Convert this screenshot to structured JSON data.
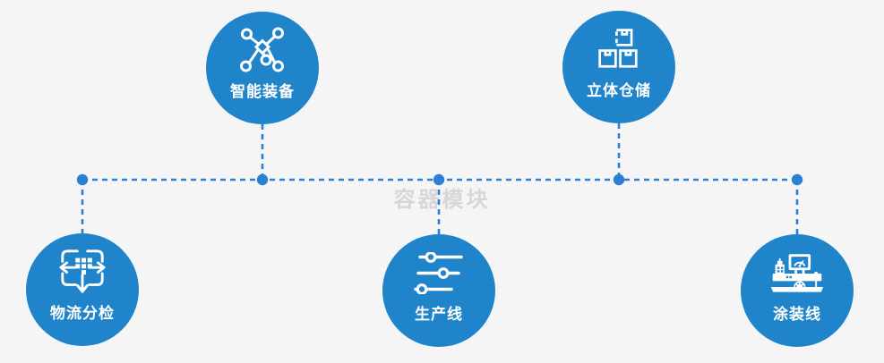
{
  "watermark": {
    "text": "容器模块"
  },
  "colors": {
    "background": "#f5f5f6",
    "node_fill": "#1f84ca",
    "connector_blue": "#2b80d2",
    "icon_white": "#ffffff",
    "watermark_gray": "#d7d7d9"
  },
  "diagram": {
    "nodes": [
      {
        "id": "intelligent-equipment",
        "label": "智能装备",
        "icon": "network-nodes-icon",
        "row": "top"
      },
      {
        "id": "stereo-warehouse",
        "label": "立体仓储",
        "icon": "stacked-boxes-icon",
        "row": "top"
      },
      {
        "id": "logistics-sorting",
        "label": "物流分检",
        "icon": "sorting-arrows-icon",
        "row": "bottom"
      },
      {
        "id": "production-line",
        "label": "生产线",
        "icon": "sliders-icon",
        "row": "bottom"
      },
      {
        "id": "painting-line",
        "label": "涂装线",
        "icon": "machine-monitor-icon",
        "row": "bottom"
      }
    ]
  }
}
